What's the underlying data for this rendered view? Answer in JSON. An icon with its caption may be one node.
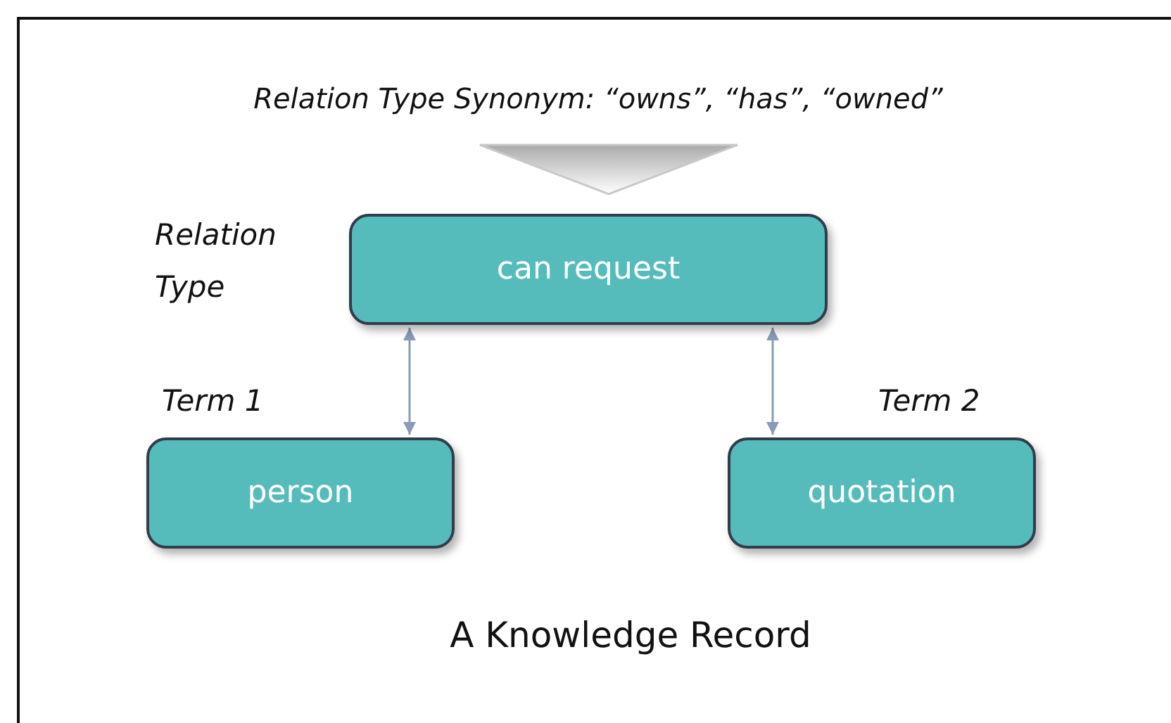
{
  "diagram": {
    "caption": "A Knowledge Record",
    "nodes": [
      {
        "text": [],
        "shape": "triangle"
      },
      {
        "text": [
          "can request"
        ],
        "beside": [
          "Relation Type"
        ]
      },
      {
        "text": [
          "person"
        ],
        "beside": [
          "Term 1"
        ]
      },
      {
        "text": [
          "quotation"
        ],
        "beside": [
          "Term 2"
        ]
      }
    ],
    "edges": [
      {
        "from": 1,
        "to": 2,
        "arrow": "both"
      },
      {
        "from": 1,
        "to": 3,
        "arrow": "both"
      }
    ],
    "labels": [
      "Relation Type Synonym: “owns”, “has”, “owned”"
    ]
  }
}
